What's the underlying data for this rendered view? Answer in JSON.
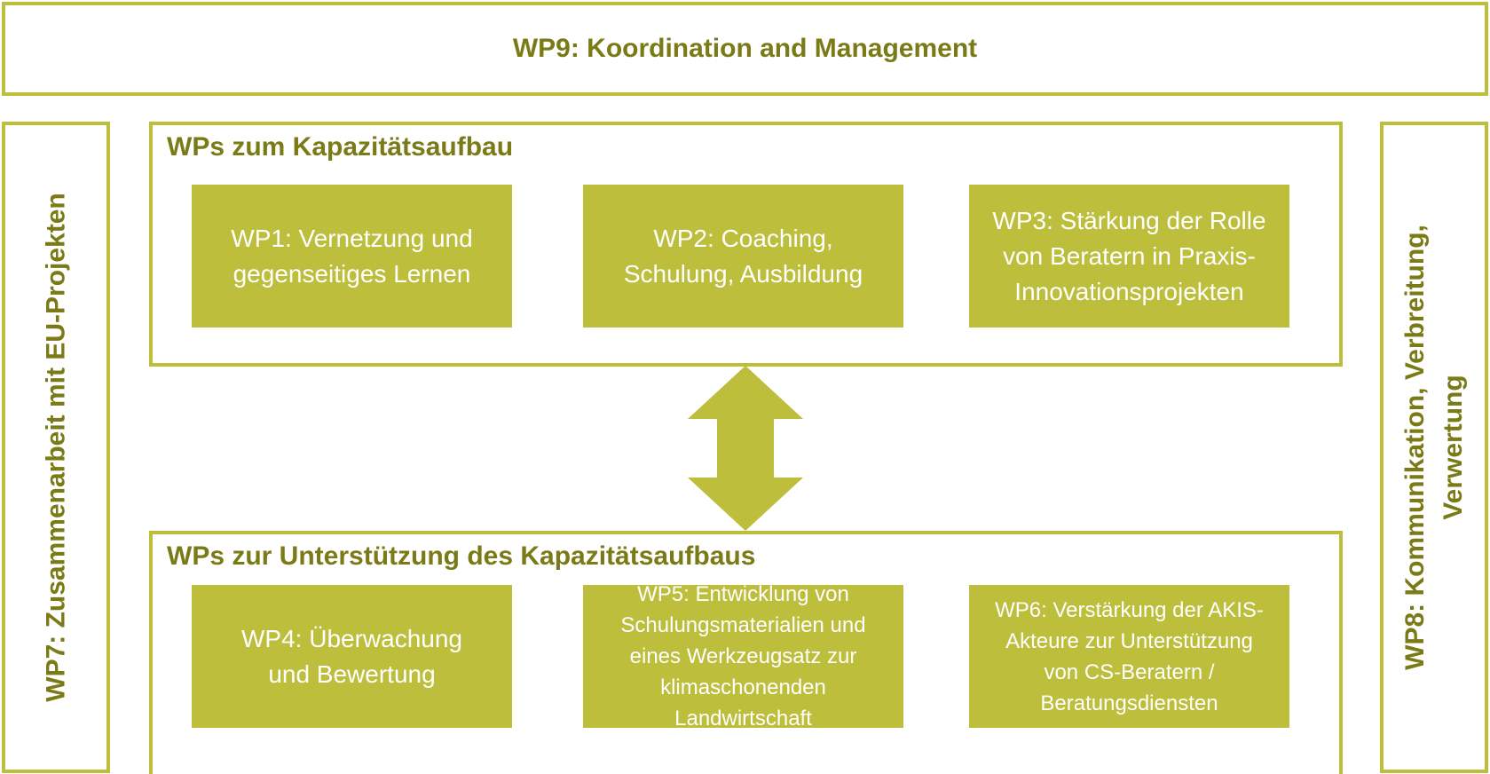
{
  "wp9": {
    "label": "WP9: Koordination and Management"
  },
  "wp7": {
    "label": "WP7: Zusammenarbeit mit EU-Projekten"
  },
  "wp8": {
    "line1": "WP8: Kommunikation,  Verbreitung,",
    "line2": "Verwertung"
  },
  "capacity_group": {
    "title": "WPs zum Kapazitätsaufbau",
    "boxes": [
      {
        "lines": [
          "WP1: Vernetzung und",
          "gegenseitiges Lernen"
        ]
      },
      {
        "lines": [
          "WP2: Coaching,",
          "Schulung, Ausbildung"
        ]
      },
      {
        "lines": [
          "WP3: Stärkung der Rolle",
          "von Beratern in Praxis-",
          "Innovationsprojekten"
        ]
      }
    ]
  },
  "support_group": {
    "title": "WPs zur Unterstützung des Kapazitätsaufbaus",
    "boxes": [
      {
        "lines": [
          "WP4: Überwachung",
          "und Bewertung"
        ]
      },
      {
        "lines": [
          "WP5: Entwicklung von",
          "Schulungsmaterialien und",
          "eines Werkzeugsatz zur",
          "klimaschonenden",
          "Landwirtschaft"
        ]
      },
      {
        "lines": [
          "WP6: Verstärkung der AKIS-",
          "Akteure zur Unterstützung",
          "von CS-Beratern /",
          "Beratungsdiensten"
        ]
      }
    ]
  },
  "colors": {
    "accent": "#bcbe3c",
    "title_text": "#7a7a16",
    "box_text": "#ffffff"
  },
  "icons": {
    "connector": "double-vertical-arrow-icon"
  }
}
